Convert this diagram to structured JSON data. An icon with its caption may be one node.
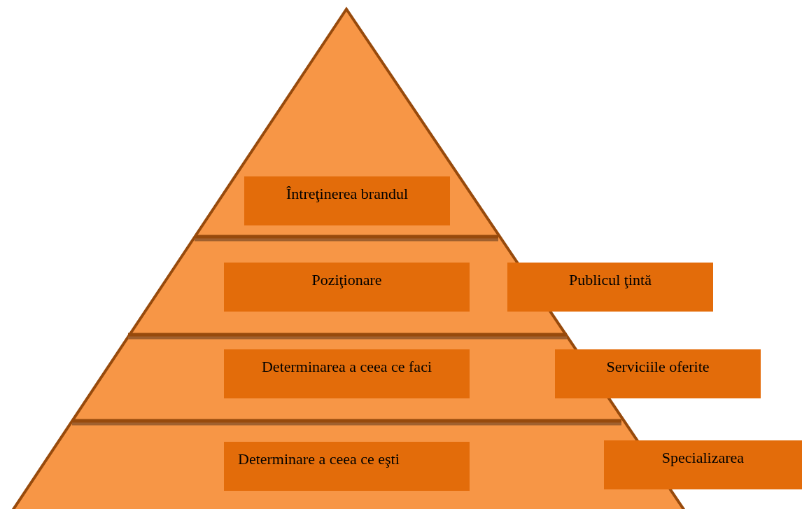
{
  "diagram": {
    "nodes": [
      {
        "text": [
          "Întreţinerea brandul"
        ]
      },
      {
        "text": [
          "Poziţionare"
        ]
      },
      {
        "text": [
          "Publicul ţintă"
        ]
      },
      {
        "text": [
          "Determinarea a ceea ce faci"
        ]
      },
      {
        "text": [
          "Serviciile oferite"
        ]
      },
      {
        "text": [
          "Determinare a ceea ce eşti"
        ]
      },
      {
        "text": [
          "Specializarea"
        ]
      }
    ]
  }
}
